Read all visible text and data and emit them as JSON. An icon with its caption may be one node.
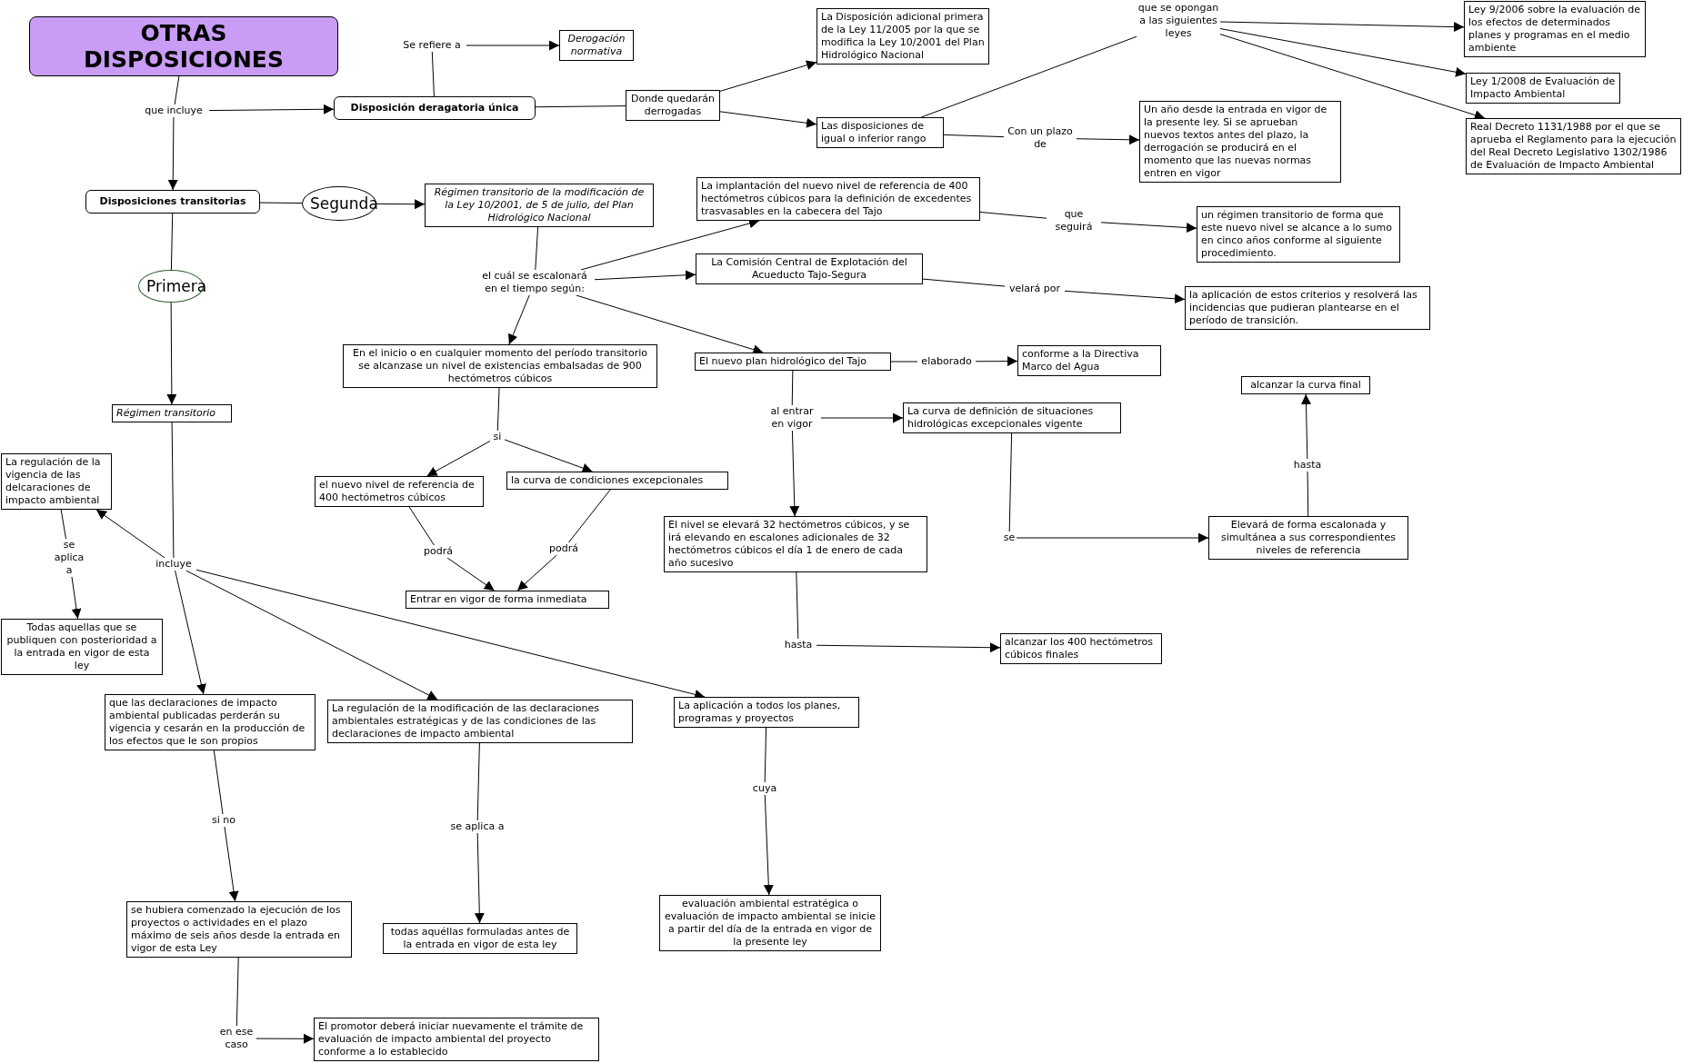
{
  "diagram": {
    "nodes": [
      {
        "text": [
          "OTRAS DISPOSICIONES"
        ]
      },
      {
        "text": [
          "que incluye"
        ]
      },
      {
        "text": [
          "Disposición deragatoria única"
        ]
      },
      {
        "text": [
          "Se refiere a"
        ]
      },
      {
        "text": [
          "Derogación normativa"
        ]
      },
      {
        "text": [
          "Donde quedarán derrogadas"
        ]
      },
      {
        "text": [
          "La Disposición adicional primera de la Ley 11/2005 por la que se modifica la Ley 10/2001 del Plan Hidrológico Nacional"
        ]
      },
      {
        "text": [
          "Las disposiciones de igual o inferior rango"
        ]
      },
      {
        "text": [
          "que se opongan a las siguientes leyes"
        ]
      },
      {
        "text": [
          "Ley 9/2006 sobre la evaluación de los efectos de determinados planes y programas en el medio ambiente"
        ]
      },
      {
        "text": [
          "Ley 1/2008 de Evaluación de Impacto Ambiental"
        ]
      },
      {
        "text": [
          "Real Decreto 1131/1988 por el que se aprueba el Reglamento para la ejecución del Real Decreto Legislativo 1302/1986 de Evaluación de Impacto Ambiental"
        ]
      },
      {
        "text": [
          "Con un plazo de"
        ]
      },
      {
        "text": [
          "Un año desde la entrada en vigor de la presente ley. Si se aprueban nuevos textos antes del plazo, la derrogación se producirá en el momento que las nuevas normas entren en vigor"
        ]
      },
      {
        "text": [
          "Disposiciones transitorias"
        ]
      },
      {
        "text": [
          "Segunda"
        ]
      },
      {
        "text": [
          "Régimen transitorio de la modificación de la Ley 10/2001, de 5 de julio, del Plan Hidrológico Nacional"
        ]
      },
      {
        "text": [
          "Primera"
        ]
      },
      {
        "text": [
          "el cuál se escalonará en el tiempo según:"
        ]
      },
      {
        "text": [
          "La implantación del nuevo nivel de referencia de 400 hectómetros cúbicos para la definición de excedentes trasvasables en la cabecera del Tajo"
        ]
      },
      {
        "text": [
          "que seguirá"
        ]
      },
      {
        "text": [
          "un régimen transitorio de forma que este nuevo nivel se alcance a lo sumo en cinco años conforme al siguiente procedimiento."
        ]
      },
      {
        "text": [
          "La Comisión Central de Explotación del Acueducto Tajo-Segura"
        ]
      },
      {
        "text": [
          "velará por"
        ]
      },
      {
        "text": [
          "la aplicación de estos criterios y resolverá las incidencias que pudieran plantearse en el período de transición."
        ]
      },
      {
        "text": [
          "En el inicio o en cualquier momento del período transitorio se alcanzase un nivel de existencias embalsadas de 900 hectómetros cúbicos"
        ]
      },
      {
        "text": [
          "El nuevo plan hidrológico del Tajo"
        ]
      },
      {
        "text": [
          "elaborado"
        ]
      },
      {
        "text": [
          "conforme a la Directiva Marco del Agua"
        ]
      },
      {
        "text": [
          "alcanzar la curva final"
        ]
      },
      {
        "text": [
          "Régimen transitorio"
        ]
      },
      {
        "text": [
          "al entrar en vigor"
        ]
      },
      {
        "text": [
          "La curva de definición de situaciones hidrológicas excepcionales vigente"
        ]
      },
      {
        "text": [
          "si"
        ]
      },
      {
        "text": [
          "La regulación de la vigencia de las delcaraciones de impacto ambiental"
        ]
      },
      {
        "text": [
          "el nuevo nivel de referencia de 400 hectómetros cúbicos"
        ]
      },
      {
        "text": [
          "la curva de condiciones excepcionales"
        ]
      },
      {
        "text": [
          "hasta"
        ]
      },
      {
        "text": [
          "El nivel se elevará 32 hectómetros cúbicos, y se irá elevando en escalones adicionales de 32 hectómetros cúbicos el día 1 de enero de cada año sucesivo"
        ]
      },
      {
        "text": [
          "Elevará de forma escalonada y simultánea a sus correspondientes niveles de referencia"
        ]
      },
      {
        "text": [
          "se aplica a"
        ]
      },
      {
        "text": [
          "incluye"
        ]
      },
      {
        "text": [
          "se"
        ]
      },
      {
        "text": [
          "podrá"
        ]
      },
      {
        "text": [
          "podrá"
        ]
      },
      {
        "text": [
          "Entrar en vigor de forma inmediata"
        ]
      },
      {
        "text": [
          "Todas aquellas que se publiquen con posterioridad a la entrada en vigor de esta ley"
        ]
      },
      {
        "text": [
          "hasta"
        ]
      },
      {
        "text": [
          "alcanzar los 400 hectómetros cúbicos finales"
        ]
      },
      {
        "text": [
          "que las declaraciones de impacto ambiental publicadas perderán su vigencia y cesarán en la producción de los efectos que le son propios"
        ]
      },
      {
        "text": [
          "La regulación de la modificación de las declaraciones ambientales estratégicas y de las condiciones de las declaraciones de impacto ambiental"
        ]
      },
      {
        "text": [
          "La aplicación a todos los planes, programas y proyectos"
        ]
      },
      {
        "text": [
          "cuya"
        ]
      },
      {
        "text": [
          "si no"
        ]
      },
      {
        "text": [
          "se aplica a"
        ]
      },
      {
        "text": [
          "evaluación ambiental estratégica o evaluación de impacto ambiental se inicie a partir del día de la entrada en vigor de la presente ley"
        ]
      },
      {
        "text": [
          "se hubiera comenzado la ejecución de los proyectos o actividades en el plazo máximo de seis años desde la entrada en vigor de esta Ley"
        ]
      },
      {
        "text": [
          "todas aquéllas formuladas antes de la entrada en vigor de esta ley"
        ]
      },
      {
        "text": [
          "en ese caso"
        ]
      },
      {
        "text": [
          "El promotor deberá iniciar nuevamente el trámite de evaluación de impacto ambiental del proyecto conforme a lo establecido"
        ]
      }
    ],
    "edges": [
      {
        "from": 0,
        "to": 1,
        "arrow": "none"
      },
      {
        "from": 1,
        "to": 2,
        "arrow": "to"
      },
      {
        "from": 1,
        "to": 14,
        "arrow": "to"
      },
      {
        "from": 2,
        "to": 3,
        "arrow": "none"
      },
      {
        "from": 3,
        "to": 4,
        "arrow": "to"
      },
      {
        "from": 2,
        "to": 5,
        "arrow": "none"
      },
      {
        "from": 5,
        "to": 6,
        "arrow": "to"
      },
      {
        "from": 5,
        "to": 7,
        "arrow": "to"
      },
      {
        "from": 7,
        "to": 8,
        "arrow": "none"
      },
      {
        "from": 8,
        "to": 9,
        "arrow": "to"
      },
      {
        "from": 8,
        "to": 10,
        "arrow": "to"
      },
      {
        "from": 8,
        "to": 11,
        "arrow": "to"
      },
      {
        "from": 7,
        "to": 12,
        "arrow": "none"
      },
      {
        "from": 12,
        "to": 13,
        "arrow": "to"
      },
      {
        "from": 14,
        "to": 15,
        "arrow": "none"
      },
      {
        "from": 15,
        "to": 16,
        "arrow": "to"
      },
      {
        "from": 14,
        "to": 17,
        "arrow": "none"
      },
      {
        "from": 17,
        "to": 30,
        "arrow": "to"
      },
      {
        "from": 16,
        "to": 18,
        "arrow": "none"
      },
      {
        "from": 18,
        "to": 19,
        "arrow": "to"
      },
      {
        "from": 18,
        "to": 22,
        "arrow": "to"
      },
      {
        "from": 18,
        "to": 26,
        "arrow": "to"
      },
      {
        "from": 18,
        "to": 25,
        "arrow": "to"
      },
      {
        "from": 19,
        "to": 20,
        "arrow": "none"
      },
      {
        "from": 20,
        "to": 21,
        "arrow": "to"
      },
      {
        "from": 22,
        "to": 23,
        "arrow": "none"
      },
      {
        "from": 23,
        "to": 24,
        "arrow": "to"
      },
      {
        "from": 26,
        "to": 27,
        "arrow": "none"
      },
      {
        "from": 27,
        "to": 28,
        "arrow": "to"
      },
      {
        "from": 26,
        "to": 31,
        "arrow": "none"
      },
      {
        "from": 31,
        "to": 32,
        "arrow": "to"
      },
      {
        "from": 31,
        "to": 38,
        "arrow": "to"
      },
      {
        "from": 25,
        "to": 33,
        "arrow": "none"
      },
      {
        "from": 33,
        "to": 35,
        "arrow": "to"
      },
      {
        "from": 33,
        "to": 36,
        "arrow": "to"
      },
      {
        "from": 35,
        "to": 43,
        "arrow": "none"
      },
      {
        "from": 43,
        "to": 45,
        "arrow": "to"
      },
      {
        "from": 36,
        "to": 44,
        "arrow": "none"
      },
      {
        "from": 44,
        "to": 45,
        "arrow": "to"
      },
      {
        "from": 32,
        "to": 42,
        "arrow": "none"
      },
      {
        "from": 42,
        "to": 39,
        "arrow": "to"
      },
      {
        "from": 39,
        "to": 37,
        "arrow": "none"
      },
      {
        "from": 37,
        "to": 29,
        "arrow": "to"
      },
      {
        "from": 38,
        "to": 47,
        "arrow": "none"
      },
      {
        "from": 47,
        "to": 48,
        "arrow": "to"
      },
      {
        "from": 30,
        "to": 41,
        "arrow": "none"
      },
      {
        "from": 41,
        "to": 34,
        "arrow": "to"
      },
      {
        "from": 41,
        "to": 49,
        "arrow": "to"
      },
      {
        "from": 41,
        "to": 50,
        "arrow": "to"
      },
      {
        "from": 41,
        "to": 51,
        "arrow": "to"
      },
      {
        "from": 34,
        "to": 40,
        "arrow": "none"
      },
      {
        "from": 40,
        "to": 46,
        "arrow": "to"
      },
      {
        "from": 49,
        "to": 53,
        "arrow": "none"
      },
      {
        "from": 53,
        "to": 56,
        "arrow": "to"
      },
      {
        "from": 56,
        "to": 58,
        "arrow": "none"
      },
      {
        "from": 58,
        "to": 59,
        "arrow": "to"
      },
      {
        "from": 50,
        "to": 54,
        "arrow": "none"
      },
      {
        "from": 54,
        "to": 57,
        "arrow": "to"
      },
      {
        "from": 51,
        "to": 52,
        "arrow": "none"
      },
      {
        "from": 52,
        "to": 55,
        "arrow": "to"
      }
    ]
  }
}
